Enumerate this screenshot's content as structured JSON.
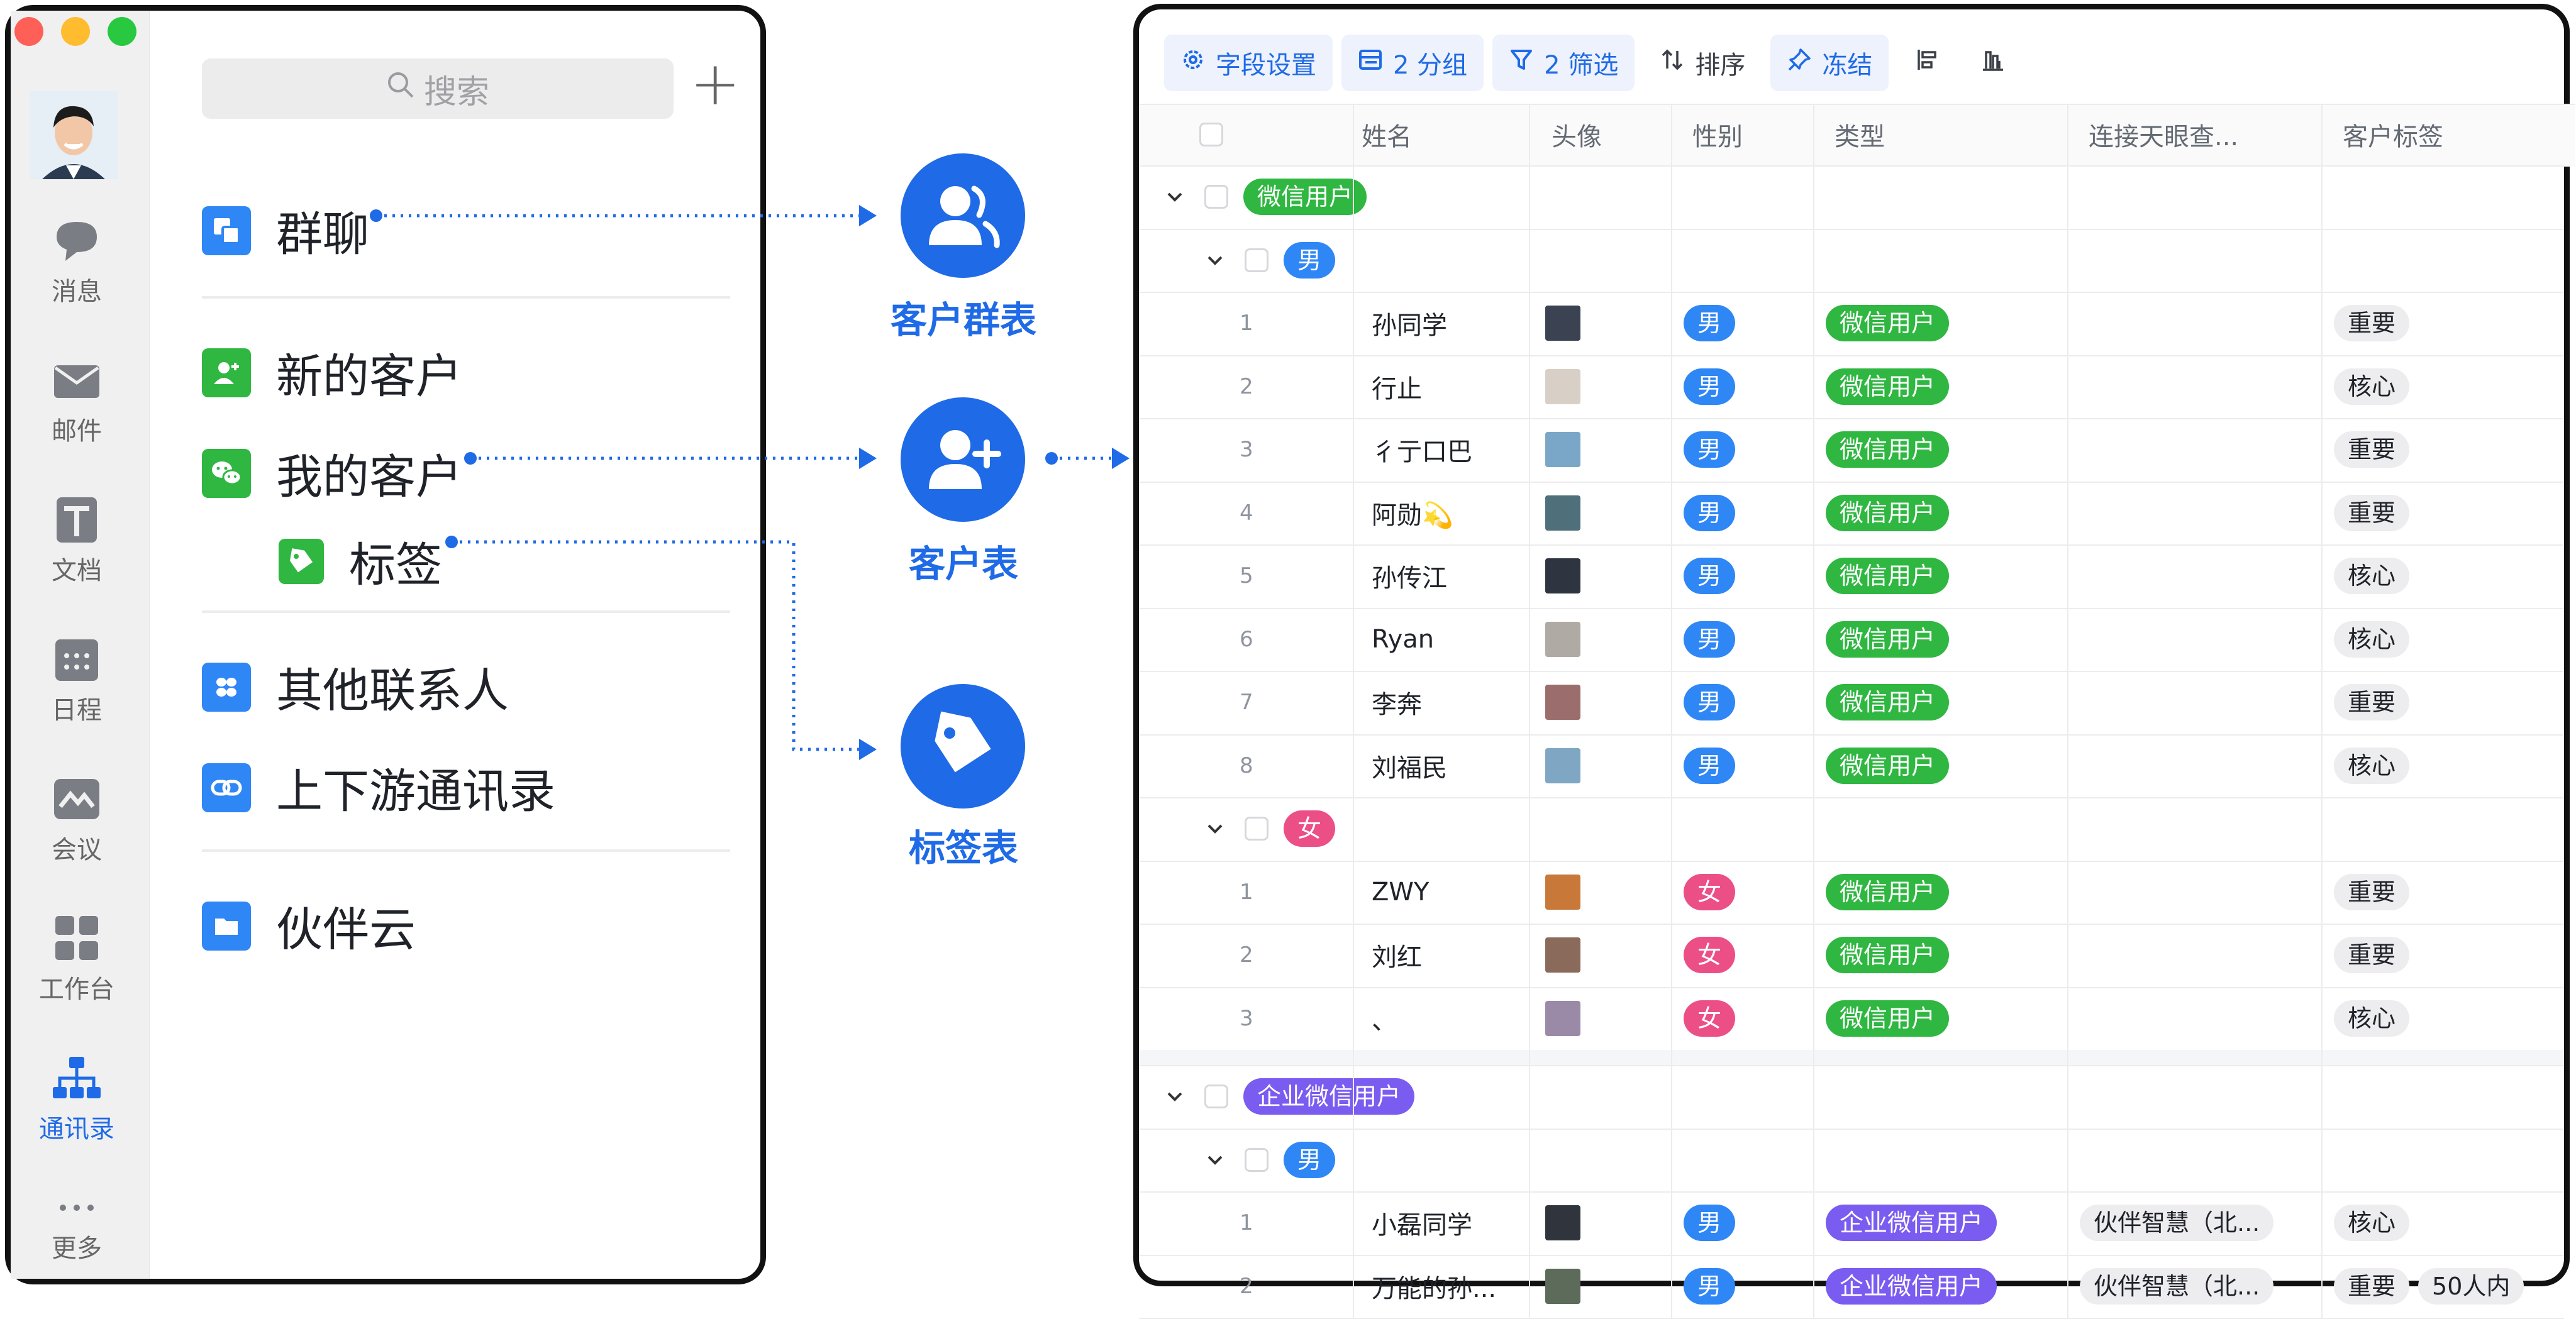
{
  "left": {
    "search_placeholder": "搜索",
    "rail": [
      {
        "label": "消息",
        "icon": "chat-bubble-icon"
      },
      {
        "label": "邮件",
        "icon": "mail-icon"
      },
      {
        "label": "文档",
        "icon": "document-icon"
      },
      {
        "label": "日程",
        "icon": "calendar-icon"
      },
      {
        "label": "会议",
        "icon": "meeting-icon"
      },
      {
        "label": "工作台",
        "icon": "workbench-icon"
      },
      {
        "label": "通讯录",
        "icon": "contacts-icon"
      },
      {
        "label": "更多",
        "icon": "more-icon"
      }
    ],
    "menu": {
      "group_chat": "群聊",
      "new_customer": "新的客户",
      "my_customer": "我的客户",
      "tags": "标签",
      "other_contacts": "其他联系人",
      "supply_chain": "上下游通讯录",
      "partner_cloud": "伙伴云"
    }
  },
  "middle": {
    "customer_group_table": "客户群表",
    "customer_table": "客户表",
    "tag_table": "标签表"
  },
  "right": {
    "toolbar": {
      "field_settings": "字段设置",
      "group": "2 分组",
      "filter": "2 筛选",
      "sort": "排序",
      "freeze": "冻结"
    },
    "columns": [
      "姓名",
      "头像",
      "性别",
      "类型",
      "连接天眼查...",
      "客户标签"
    ],
    "group1": {
      "label": "微信用户"
    },
    "group2": {
      "label": "企业微信用户"
    },
    "sub_male": "男",
    "sub_female": "女",
    "wechat_male_rows": [
      {
        "idx": "1",
        "name": "孙同学",
        "gender": "男",
        "type": "微信用户",
        "tag": "重要"
      },
      {
        "idx": "2",
        "name": "行止",
        "gender": "男",
        "type": "微信用户",
        "tag": "核心"
      },
      {
        "idx": "3",
        "name": "彳亍口巴",
        "gender": "男",
        "type": "微信用户",
        "tag": "重要"
      },
      {
        "idx": "4",
        "name": "阿勋💫",
        "gender": "男",
        "type": "微信用户",
        "tag": "重要"
      },
      {
        "idx": "5",
        "name": "孙传江",
        "gender": "男",
        "type": "微信用户",
        "tag": "核心"
      },
      {
        "idx": "6",
        "name": "Ryan",
        "gender": "男",
        "type": "微信用户",
        "tag": "核心"
      },
      {
        "idx": "7",
        "name": "李奔",
        "gender": "男",
        "type": "微信用户",
        "tag": "重要"
      },
      {
        "idx": "8",
        "name": "刘福民",
        "gender": "男",
        "type": "微信用户",
        "tag": "核心"
      }
    ],
    "wechat_female_rows": [
      {
        "idx": "1",
        "name": "ZWY",
        "gender": "女",
        "type": "微信用户",
        "tag": "重要"
      },
      {
        "idx": "2",
        "name": "刘红",
        "gender": "女",
        "type": "微信用户",
        "tag": "重要"
      },
      {
        "idx": "3",
        "name": "、",
        "gender": "女",
        "type": "微信用户",
        "tag": "核心"
      }
    ],
    "work_male_rows": [
      {
        "idx": "1",
        "name": "小磊同学",
        "gender": "男",
        "type": "企业微信用户",
        "company": "伙伴智慧（北...",
        "tag": "核心",
        "tag2": ""
      },
      {
        "idx": "2",
        "name": "万能的孙...",
        "gender": "男",
        "type": "企业微信用户",
        "company": "伙伴智慧（北...",
        "tag": "重要",
        "tag2": "50人内"
      }
    ]
  },
  "colors": {
    "accent": "#1f6ae6",
    "green": "#2fb741",
    "purple": "#7a5cf0",
    "male": "#2f86f5",
    "female": "#ec4f85"
  }
}
